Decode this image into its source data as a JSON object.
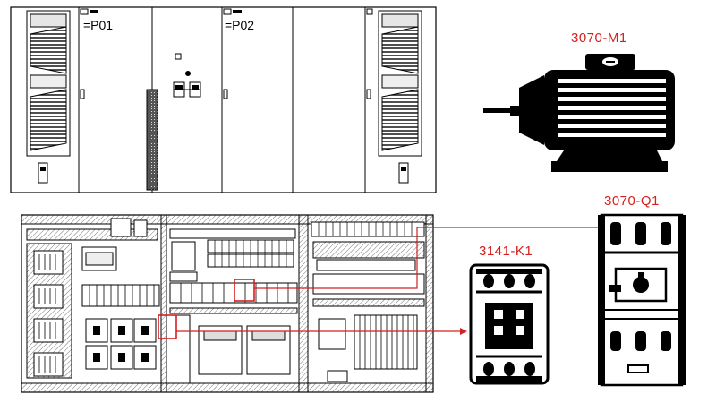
{
  "cabinet": {
    "sections": [
      {
        "label": "=P01"
      },
      {
        "label": "=P02"
      }
    ]
  },
  "components": {
    "motor": {
      "label": "3070-M1"
    },
    "breaker": {
      "label": "3070-Q1"
    },
    "contactor": {
      "label": "3141-K1"
    }
  },
  "colors": {
    "callout": "#d32020",
    "ink": "#000000",
    "hatch": "#8a8a8a"
  }
}
